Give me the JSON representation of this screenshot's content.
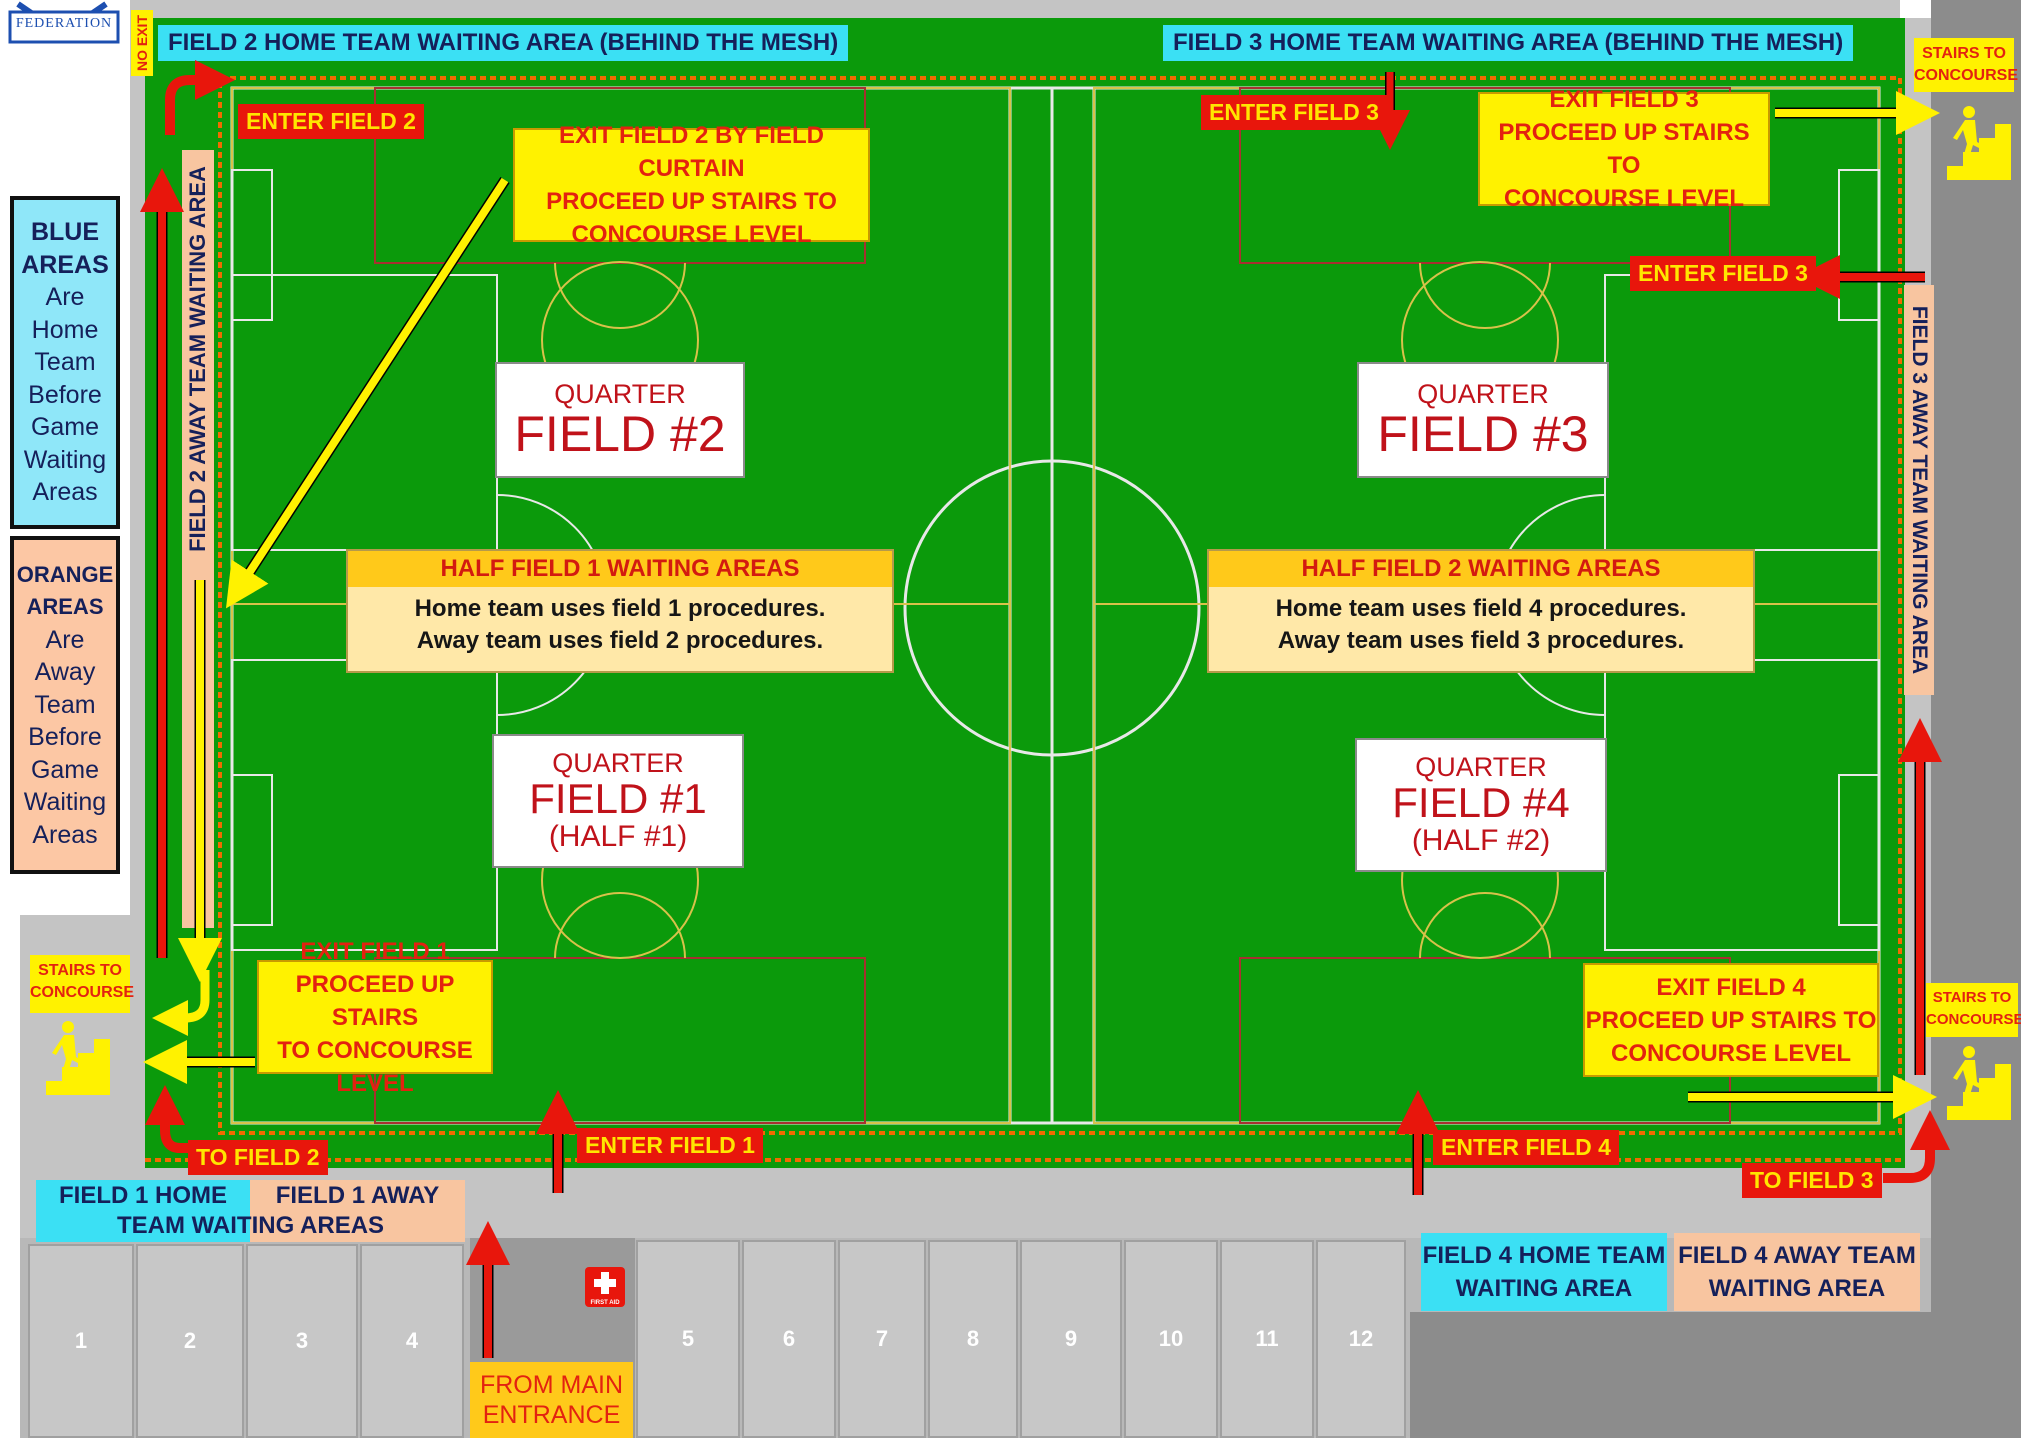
{
  "logo": {
    "text": "FEDERATION"
  },
  "no_exit": "NO EXIT",
  "home_wait": {
    "field2": "FIELD 2 HOME TEAM WAITING AREA (BEHIND THE MESH)",
    "field3": "FIELD 3 HOME TEAM WAITING AREA (BEHIND THE MESH)"
  },
  "away_wait": {
    "field2": "FIELD 2 AWAY TEAM WAITING AREA",
    "field3": "FIELD 3 AWAY TEAM WAITING AREA"
  },
  "enter": {
    "f1": "ENTER FIELD 1",
    "f2": "ENTER FIELD 2",
    "f3_top": "ENTER FIELD 3",
    "f3_right": "ENTER FIELD 3",
    "f4": "ENTER FIELD 4"
  },
  "to_field": {
    "f2": "TO FIELD 2",
    "f3": "TO FIELD 3"
  },
  "exit": {
    "f1": [
      "EXIT FIELD 1",
      "PROCEED UP STAIRS",
      "TO CONCOURSE LEVEL"
    ],
    "f2": [
      "EXIT FIELD 2 BY FIELD CURTAIN",
      "PROCEED UP STAIRS TO",
      "CONCOURSE LEVEL"
    ],
    "f3": [
      "EXIT FIELD 3",
      "PROCEED UP STAIRS TO",
      "CONCOURSE LEVEL"
    ],
    "f4": [
      "EXIT FIELD 4",
      "PROCEED UP STAIRS TO",
      "CONCOURSE LEVEL"
    ]
  },
  "stairs": [
    "STAIRS TO",
    "CONCOURSE"
  ],
  "fields": {
    "f2": {
      "quarter": "QUARTER",
      "name": "FIELD #2"
    },
    "f3": {
      "quarter": "QUARTER",
      "name": "FIELD #3"
    },
    "f1": {
      "quarter": "QUARTER",
      "name": "FIELD #1",
      "half": "(HALF #1)"
    },
    "f4": {
      "quarter": "QUARTER",
      "name": "FIELD #4",
      "half": "(HALF #2)"
    }
  },
  "half_areas": {
    "h1": {
      "title": "HALF FIELD 1 WAITING AREAS",
      "home": "Home team uses field 1 procedures.",
      "away": "Away team uses field 2 procedures."
    },
    "h2": {
      "title": "HALF FIELD 2 WAITING AREAS",
      "home": "Home team uses field 4 procedures.",
      "away": "Away team uses field 3 procedures."
    }
  },
  "legend": {
    "blue": [
      "BLUE",
      "AREAS",
      "Are",
      "Home",
      "Team",
      "Before",
      "Game",
      "Waiting",
      "Areas"
    ],
    "orange": [
      "ORANGE",
      "AREAS",
      "Are",
      "Away",
      "Team",
      "Before",
      "Game",
      "Waiting",
      "Areas"
    ]
  },
  "bottom": {
    "f1_home": "FIELD 1 HOME",
    "f1_away": "FIELD 1 AWAY",
    "f1_team": "TEAM WAITING AREAS",
    "f4_home": [
      "FIELD 4 HOME TEAM",
      "WAITING AREA"
    ],
    "f4_away": [
      "FIELD 4 AWAY TEAM",
      "WAITING AREA"
    ],
    "main_entrance": [
      "FROM MAIN",
      "ENTRANCE"
    ],
    "first_aid": "FIRST AID"
  },
  "stalls": [
    "1",
    "2",
    "3",
    "4",
    "5",
    "6",
    "7",
    "8",
    "9",
    "10",
    "11",
    "12"
  ],
  "colors": {
    "turf": "#0b9a0b",
    "home_area": "#3be0f4",
    "away_area": "#f8c5a0",
    "callout": "#fff200",
    "tag": "#e8160c"
  }
}
